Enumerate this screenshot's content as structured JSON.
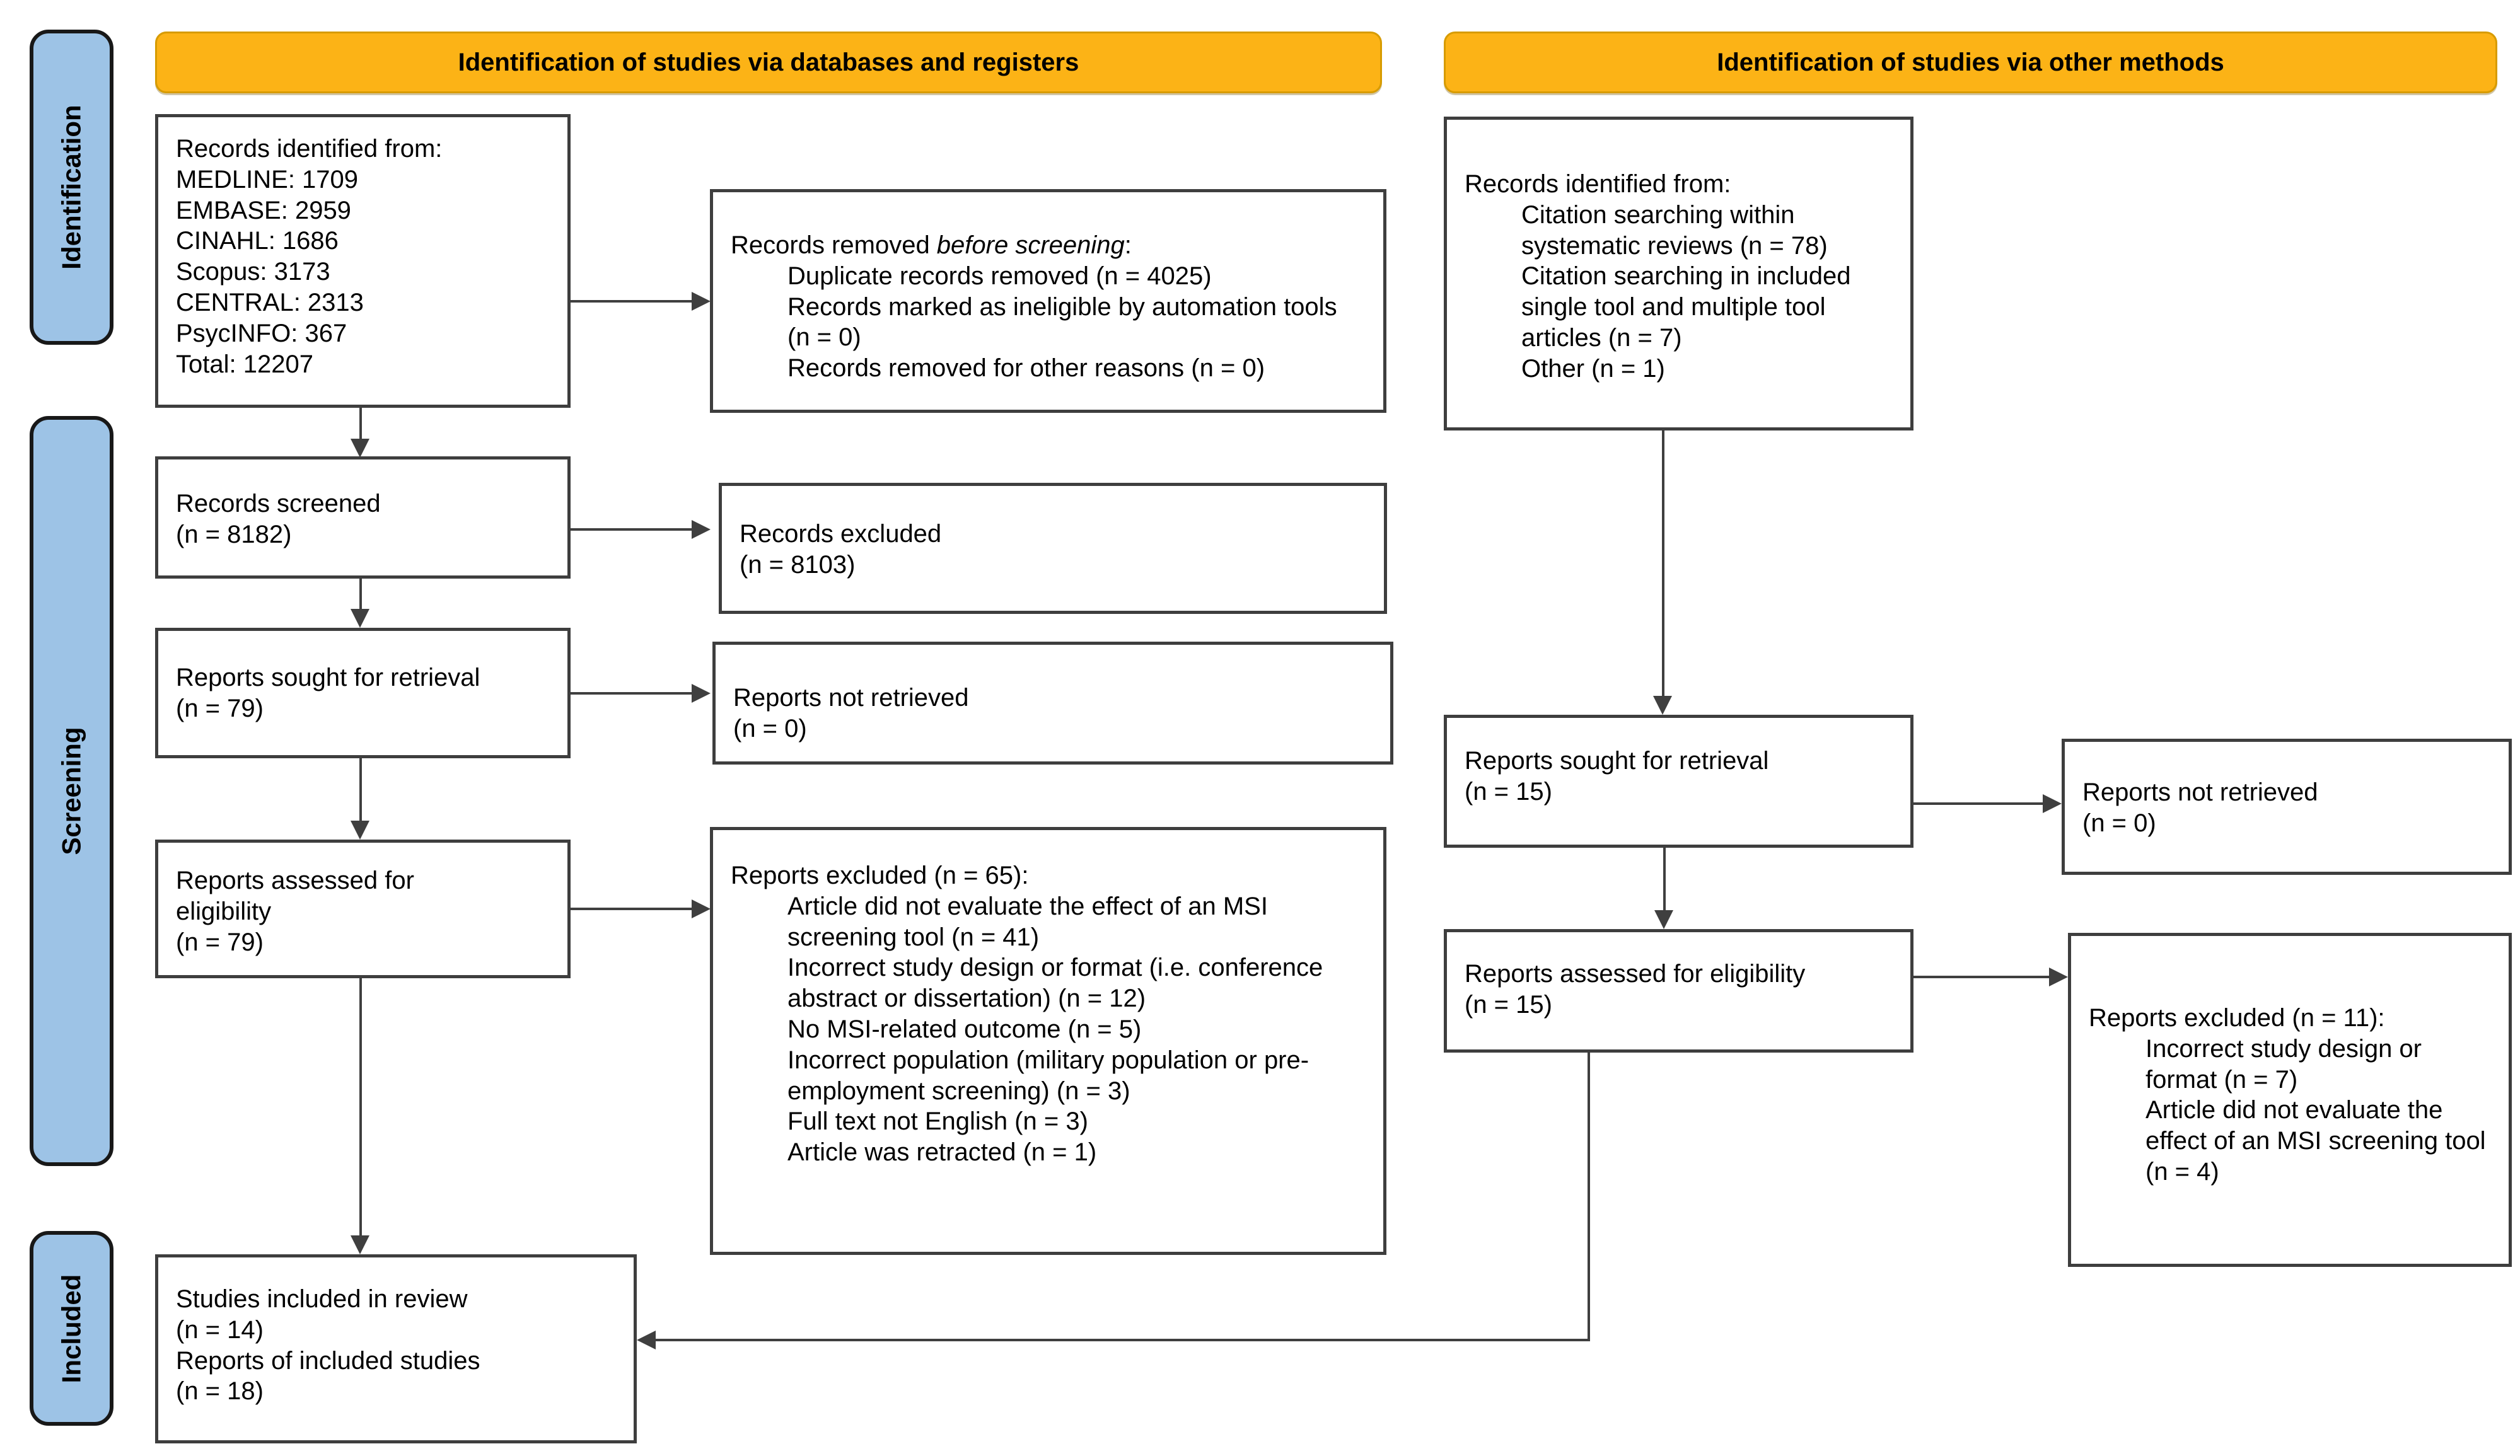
{
  "colors": {
    "header_fill": "#FCB316",
    "header_border": "#D79B00",
    "sidebar_fill": "#9DC3E6",
    "box_border": "#3E3E3E",
    "arrow": "#3F3F3F"
  },
  "headers": {
    "left": "Identification of studies via databases and registers",
    "right": "Identification of studies via other methods"
  },
  "sidebar": {
    "identification": "Identification",
    "screening": "Screening",
    "included": "Included"
  },
  "boxes": {
    "records_identified": {
      "lines": [
        {
          "t": "Records identified from:",
          "i": 0
        },
        {
          "t": "MEDLINE: 1709",
          "i": 0
        },
        {
          "t": "EMBASE: 2959",
          "i": 0
        },
        {
          "t": "CINAHL: 1686",
          "i": 0
        },
        {
          "t": "Scopus: 3173",
          "i": 0
        },
        {
          "t": "CENTRAL: 2313",
          "i": 0
        },
        {
          "t": "PsycINFO: 367",
          "i": 0
        },
        {
          "t": "Total: 12207",
          "i": 0
        }
      ]
    },
    "records_removed": {
      "lines": [
        {
          "segs": [
            {
              "t": "Records removed "
            },
            {
              "t": "before screening",
              "italic": true
            },
            {
              "t": ":"
            }
          ],
          "i": 0
        },
        {
          "t": "Duplicate records removed (n = 4025)",
          "i": 1
        },
        {
          "t": "Records marked as ineligible by automation tools (n = 0)",
          "i": 1
        },
        {
          "t": "Records removed for other reasons (n = 0)",
          "i": 1
        }
      ]
    },
    "records_screened": {
      "lines": [
        {
          "t": "Records screened",
          "i": 0
        },
        {
          "t": "(n = 8182)",
          "i": 0
        }
      ]
    },
    "records_excluded": {
      "lines": [
        {
          "t": "Records excluded",
          "i": 0
        },
        {
          "t": "(n = 8103)",
          "i": 0
        }
      ]
    },
    "reports_sought": {
      "lines": [
        {
          "t": "Reports sought for retrieval",
          "i": 0
        },
        {
          "t": "(n = 79)",
          "i": 0
        }
      ]
    },
    "reports_not_retrieved": {
      "lines": [
        {
          "t": "Reports not retrieved",
          "i": 0
        },
        {
          "t": "(n = 0)",
          "i": 0
        }
      ]
    },
    "reports_assessed": {
      "lines": [
        {
          "t": "Reports assessed for",
          "i": 0
        },
        {
          "t": "eligibility",
          "i": 0
        },
        {
          "t": "(n = 79)",
          "i": 0
        }
      ]
    },
    "reports_excluded_65": {
      "lines": [
        {
          "t": "Reports excluded (n = 65):",
          "i": 0
        },
        {
          "t": "Article did not evaluate the effect of an MSI screening tool (n = 41)",
          "i": 1
        },
        {
          "t": "Incorrect study design or format (i.e. conference abstract or dissertation) (n = 12)",
          "i": 1
        },
        {
          "t": "No MSI-related outcome (n = 5)",
          "i": 1
        },
        {
          "t": "Incorrect population (military population or pre-employment screening) (n = 3)",
          "i": 1
        },
        {
          "t": "Full text not English (n = 3)",
          "i": 1
        },
        {
          "t": "Article was retracted (n = 1)",
          "i": 1
        }
      ]
    },
    "studies_included": {
      "lines": [
        {
          "t": "Studies included in review",
          "i": 0
        },
        {
          "t": "(n = 14)",
          "i": 0
        },
        {
          "t": "Reports of included studies",
          "i": 0
        },
        {
          "t": "(n = 18)",
          "i": 0
        }
      ]
    },
    "records_other": {
      "lines": [
        {
          "t": "Records identified from:",
          "i": 0
        },
        {
          "t": "Citation searching within systematic reviews (n = 78)",
          "i": 1
        },
        {
          "t": "Citation searching in included single tool and multiple tool articles (n = 7)",
          "i": 1
        },
        {
          "t": "Other (n = 1)",
          "i": 1
        }
      ]
    },
    "reports_sought_other": {
      "lines": [
        {
          "t": "Reports sought for retrieval",
          "i": 0
        },
        {
          "t": "(n = 15)",
          "i": 0
        }
      ]
    },
    "reports_not_retrieved_other": {
      "lines": [
        {
          "t": "Reports not retrieved",
          "i": 0
        },
        {
          "t": "(n = 0)",
          "i": 0
        }
      ]
    },
    "reports_assessed_other": {
      "lines": [
        {
          "t": "Reports assessed for eligibility",
          "i": 0
        },
        {
          "t": "(n = 15)",
          "i": 0
        }
      ]
    },
    "reports_excluded_11": {
      "lines": [
        {
          "t": "Reports excluded (n = 11):",
          "i": 0
        },
        {
          "t": "Incorrect study design or format (n = 7)",
          "i": 1
        },
        {
          "t": "Article did not evaluate the effect of an MSI screening tool (n = 4)",
          "i": 1
        }
      ]
    }
  }
}
